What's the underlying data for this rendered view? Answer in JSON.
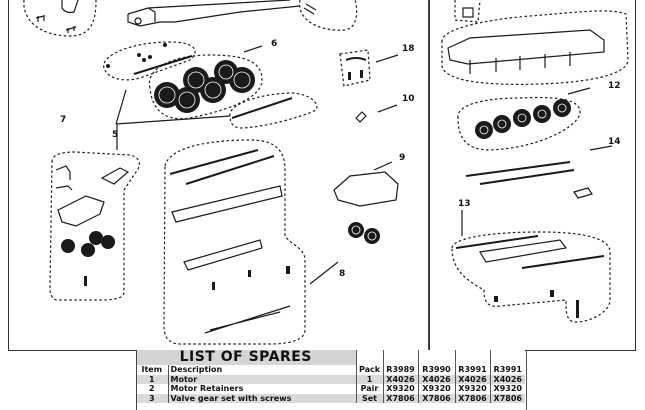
{
  "diagram": {
    "type": "exploded-parts-diagram",
    "callouts": [
      {
        "id": "5",
        "label": "5"
      },
      {
        "id": "6",
        "label": "6"
      },
      {
        "id": "7",
        "label": "7"
      },
      {
        "id": "8",
        "label": "8"
      },
      {
        "id": "9",
        "label": "9"
      },
      {
        "id": "10",
        "label": "10"
      },
      {
        "id": "12",
        "label": "12"
      },
      {
        "id": "13",
        "label": "13"
      },
      {
        "id": "14",
        "label": "14"
      },
      {
        "id": "18",
        "label": "18"
      }
    ],
    "line_color": "#1a1a1a",
    "shade_color": "#d9d9d9"
  },
  "spares": {
    "title": "LIST OF SPARES",
    "headers": {
      "item": "Item",
      "description": "Description",
      "pack": "Pack",
      "models": [
        "R3989",
        "R3990",
        "R3991",
        "R3991"
      ]
    },
    "rows": [
      {
        "item": "1",
        "description": "Motor",
        "pack": "1",
        "codes": [
          "X4026",
          "X4026",
          "X4026",
          "X4026"
        ]
      },
      {
        "item": "2",
        "description": "Motor Retainers",
        "pack": "Pair",
        "codes": [
          "X9320",
          "X9320",
          "X9320",
          "X9320"
        ]
      },
      {
        "item": "3",
        "description": "Valve gear set with screws",
        "pack": "Set",
        "codes": [
          "X7806",
          "X7806",
          "X7806",
          "X7806"
        ]
      }
    ]
  }
}
